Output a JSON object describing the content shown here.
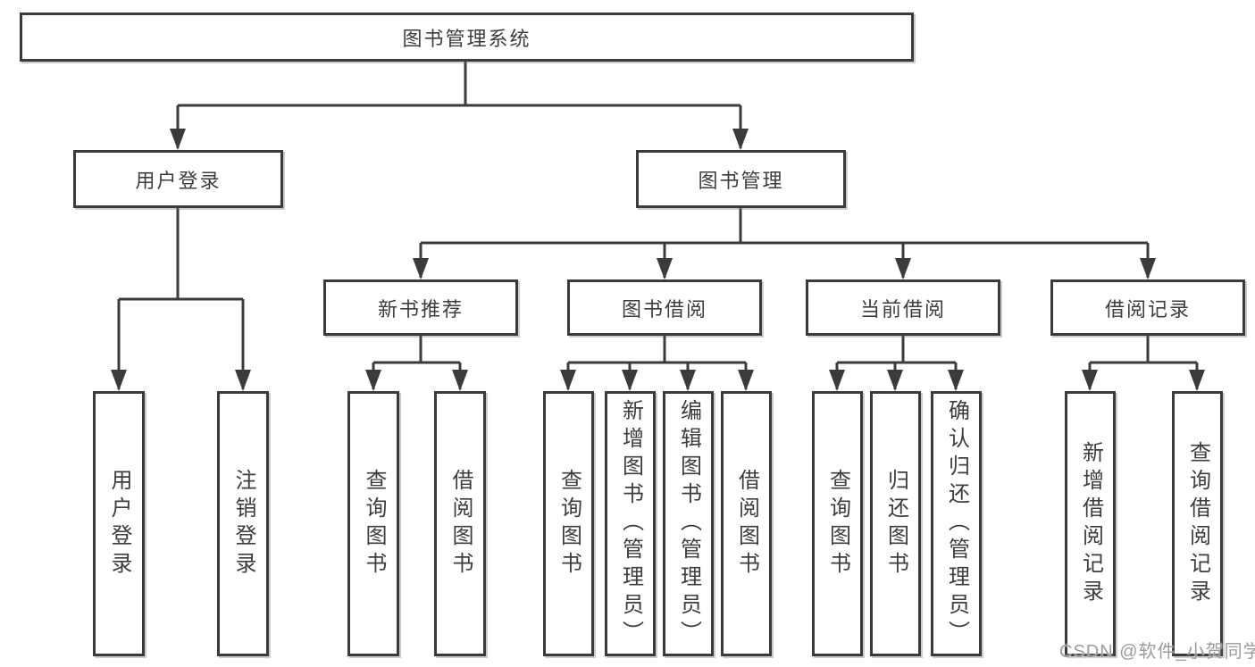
{
  "diagram": {
    "title": "图书管理系统",
    "level2": [
      {
        "label": "用户登录",
        "children": [
          "用户登录",
          "注销登录"
        ]
      },
      {
        "label": "图书管理"
      }
    ],
    "level3": [
      {
        "label": "新书推荐",
        "children": [
          "查询图书",
          "借阅图书"
        ]
      },
      {
        "label": "图书借阅",
        "children": [
          "查询图书",
          "新增图书（管理员）",
          "编辑图书（管理员）",
          "借阅图书"
        ]
      },
      {
        "label": "当前借阅",
        "children": [
          "查询图书",
          "归还图书",
          "确认归还（管理员）"
        ]
      },
      {
        "label": "借阅记录",
        "children": [
          "新增借阅记录",
          "查询借阅记录"
        ]
      }
    ]
  },
  "watermark": "CSDN @软件_小贺同学",
  "colors": {
    "line": "#3b3b3b",
    "box_border": "#3b3b3b",
    "text": "#3d3d3d",
    "watermark": "#9b9b9b",
    "background": "#ffffff"
  }
}
